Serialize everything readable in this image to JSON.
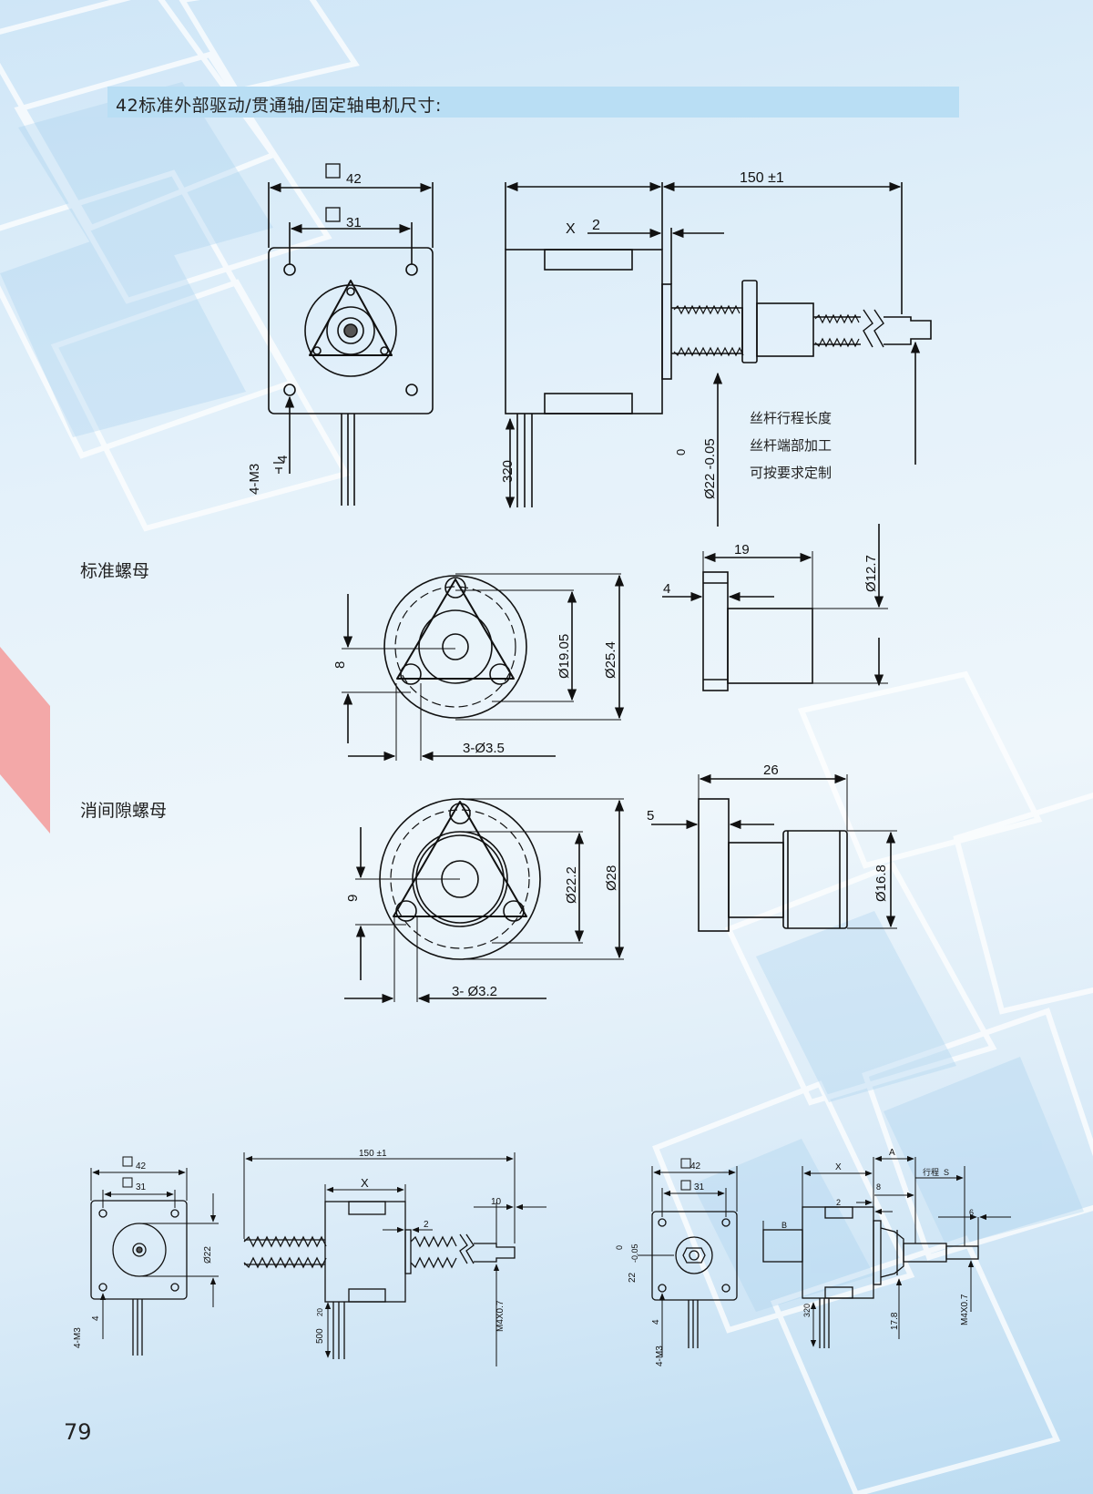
{
  "header": {
    "title": "42标准外部驱动/贯通轴/固定轴电机尺寸:"
  },
  "sections": {
    "standard_nut": "标准螺母",
    "anti_backlash_nut": "消间隙螺母"
  },
  "notes": {
    "line1": "丝杆行程长度",
    "line2": "丝杆端部加工",
    "line3": "可按要求定制"
  },
  "page_number": "79",
  "dims_top": {
    "sq42": "42",
    "sq31": "31",
    "m3": "4-M3",
    "depth": "4",
    "len": "150 ±1",
    "x": "X",
    "two": "2",
    "lead": "320",
    "dia_zero": "0",
    "dia": "Ø22 -0.05"
  },
  "dims_nut1": {
    "h8": "8",
    "d1905": "Ø19.05",
    "d254": "Ø25.4",
    "holes": "3-Ø3.5",
    "w19": "19",
    "w4": "4",
    "d127": "Ø12.7"
  },
  "dims_nut2": {
    "h9": "9",
    "d222": "Ø22.2",
    "d28": "Ø28",
    "holes": "3- Ø3.2",
    "w26": "26",
    "w5": "5",
    "d168": "Ø16.8"
  },
  "dims_bottom_left": {
    "sq42": "42",
    "sq31": "31",
    "d22": "Ø22",
    "m3": "4-M3",
    "depth": "4",
    "len": "150 ±1",
    "x": "X",
    "two": "2",
    "ten": "10",
    "lead_a": "500",
    "lead_b": "20",
    "thread": "M4X0.7"
  },
  "dims_bottom_right": {
    "sq42": "42",
    "sq31": "31",
    "zero": "0",
    "d22": "-0.05",
    "d22b": "22",
    "m3": "4-M3",
    "depth": "4",
    "a": "A",
    "x": "X",
    "travel": "行程",
    "s": "S",
    "eight": "8",
    "two": "2",
    "b": "B",
    "six": "6",
    "lead": "320",
    "d178": "17.8",
    "thread": "M4X0.7"
  },
  "colors": {
    "title_bar": "#b9def4",
    "accent_tab": "#f3a8a8",
    "line": "#111111"
  }
}
